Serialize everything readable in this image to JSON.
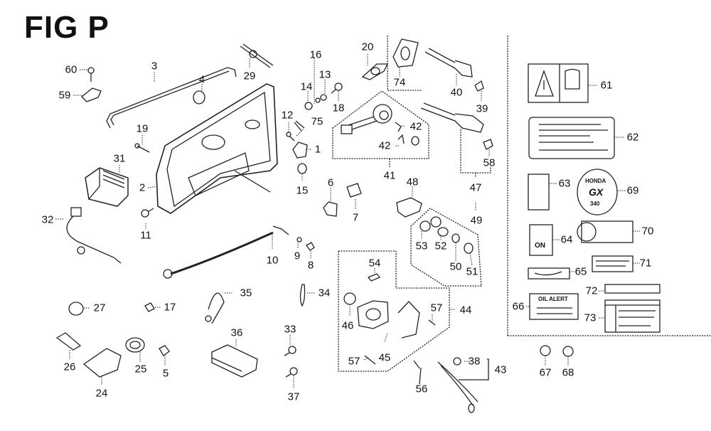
{
  "figure": {
    "title": "FIG P"
  },
  "labels": {
    "p1": "1",
    "p2": "2",
    "p3": "3",
    "p4": "4",
    "p5": "5",
    "p6": "6",
    "p7": "7",
    "p8": "8",
    "p9": "9",
    "p10": "10",
    "p11": "11",
    "p12": "12",
    "p13": "13",
    "p14": "14",
    "p15": "15",
    "p16": "16",
    "p17": "17",
    "p18": "18",
    "p19": "19",
    "p20": "20",
    "p24": "24",
    "p25": "25",
    "p26": "26",
    "p27": "27",
    "p29": "29",
    "p31": "31",
    "p32": "32",
    "p33": "33",
    "p34": "34",
    "p35": "35",
    "p36": "36",
    "p37": "37",
    "p38": "38",
    "p39": "39",
    "p40": "40",
    "p41": "41",
    "p42a": "42",
    "p42b": "42",
    "p43": "43",
    "p44": "44",
    "p45": "45",
    "p46": "46",
    "p47": "47",
    "p48": "48",
    "p49": "49",
    "p50": "50",
    "p51": "51",
    "p52": "52",
    "p53": "53",
    "p54": "54",
    "p56": "56",
    "p57a": "57",
    "p57b": "57",
    "p58": "58",
    "p59": "59",
    "p60": "60",
    "p61": "61",
    "p62": "62",
    "p63": "63",
    "p64": "64",
    "p65": "65",
    "p66": "66",
    "p67": "67",
    "p68": "68",
    "p69": "69",
    "p70": "70",
    "p71": "71",
    "p72": "72",
    "p73": "73",
    "p74": "74",
    "p75": "75"
  },
  "stickers": {
    "oil_alert": "OIL ALERT",
    "honda_brand": "HONDA",
    "gx_model": "GX",
    "gx_number": "340",
    "on_label": "ON"
  }
}
